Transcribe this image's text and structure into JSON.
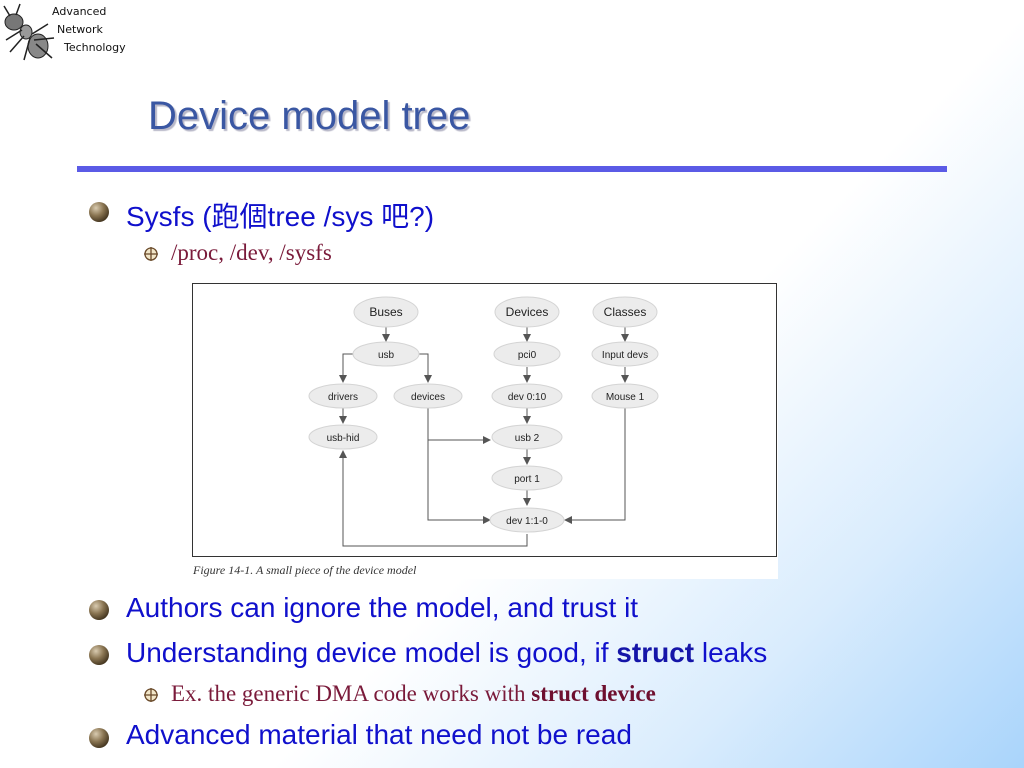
{
  "logo": {
    "line1": "Advanced",
    "line2": "Network",
    "line3": "Technology"
  },
  "slide": {
    "title": "Device model tree"
  },
  "bullets": [
    {
      "text": "Sysfs (跑個tree /sys 吧?)"
    },
    {
      "text": "Authors can ignore the model, and trust it"
    },
    {
      "pre": "Understanding device model is good, if ",
      "bold": "struct",
      "post": " leaks"
    },
    {
      "text": "Advanced material that need not be read"
    }
  ],
  "subbullets": [
    {
      "text": "/proc, /dev, /sysfs"
    },
    {
      "pre": "Ex. the generic DMA code works with ",
      "bold": "struct device"
    }
  ],
  "figure": {
    "caption": "Figure 14-1. A small piece of the device model",
    "nodes": {
      "buses": "Buses",
      "devices_root": "Devices",
      "classes": "Classes",
      "usb": "usb",
      "pci": "pci0",
      "input_devs": "Input devs",
      "drivers": "drivers",
      "devices": "devices",
      "dev_010": "dev 0:10",
      "mouse1": "Mouse 1",
      "usb_hid": "usb-hid",
      "usb2": "usb 2",
      "port1": "port 1",
      "dev_110": "dev 1:1-0"
    }
  },
  "colors": {
    "title": "#3a57a3",
    "bullet_text": "#1010cc",
    "sub_text": "#7a1a3a",
    "rule": "#5b5be6"
  }
}
